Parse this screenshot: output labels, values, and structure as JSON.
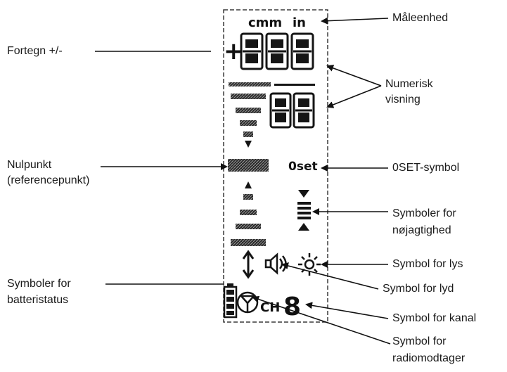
{
  "callouts": {
    "unit": "Måleenhed",
    "sign": "Fortegn +/-",
    "numeric_line1": "Numerisk",
    "numeric_line2": "visning",
    "zero_line1": "Nulpunkt",
    "zero_line2": "(referencepunkt)",
    "oset": "0SET-symbol",
    "accuracy_line1": "Symboler for",
    "accuracy_line2": "nøjagtighed",
    "battery_line1": "Symboler for",
    "battery_line2": "batteristatus",
    "light": "Symbol for lys",
    "sound": "Symbol for lyd",
    "channel": "Symbol for kanal",
    "radio_line1": "Symbol for",
    "radio_line2": "radiomodtager"
  },
  "lcd": {
    "unit_cmm": "cmm",
    "unit_in": "in",
    "sign_symbol": "+",
    "oset_label": "0set",
    "channel_label": "CH",
    "channel_digit": "8"
  },
  "colors": {
    "ink": "#151515",
    "border": "#3a3a3a",
    "background": "#ffffff"
  }
}
